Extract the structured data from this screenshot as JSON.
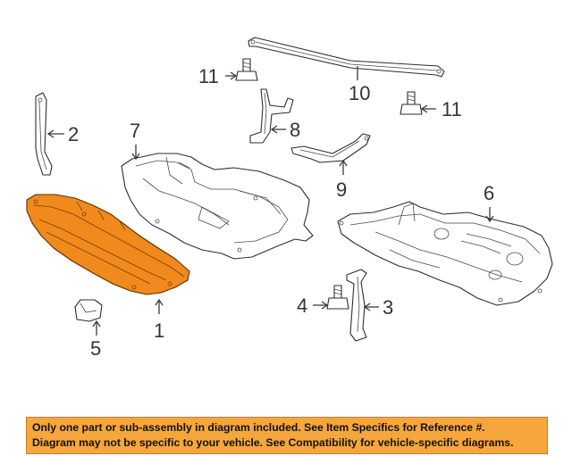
{
  "callouts": {
    "c1": "1",
    "c2": "2",
    "c3": "3",
    "c4": "4",
    "c5": "5",
    "c6": "6",
    "c7": "7",
    "c8": "8",
    "c9": "9",
    "c10": "10",
    "c11a": "11",
    "c11b": "11"
  },
  "notice": {
    "line1": "Only one part or sub-assembly in diagram included. See Item Specifics for Reference #.",
    "line2": "Diagram may not be specific to your vehicle. See Compatibility for vehicle-specific diagrams."
  },
  "colors": {
    "highlight_part": "#f08a1c",
    "notice_background": "#f5a63c"
  }
}
